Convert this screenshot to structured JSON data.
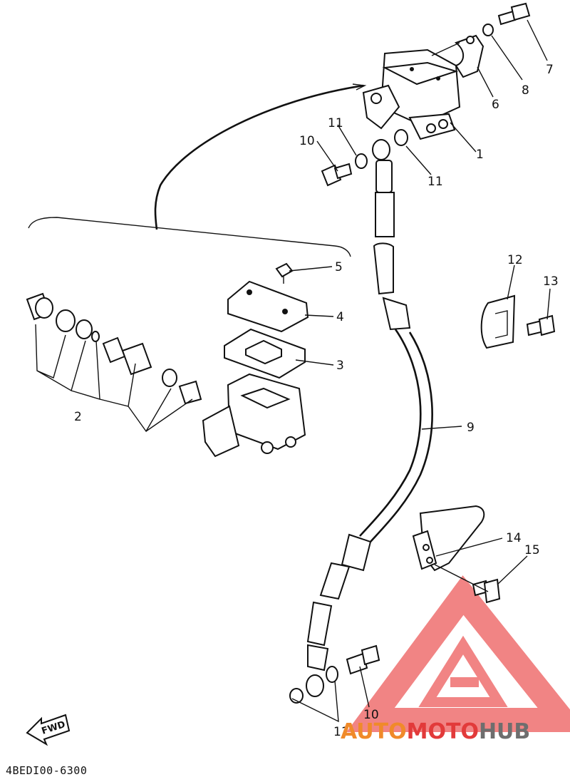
{
  "callouts": {
    "p1": "1",
    "p2": "2",
    "p3": "3",
    "p4": "4",
    "p5": "5",
    "p6": "6",
    "p7": "7",
    "p8": "8",
    "p9": "9",
    "p10a": "10",
    "p10b": "10",
    "p11a": "11",
    "p11b": "11",
    "p11c": "11",
    "p12": "12",
    "p13": "13",
    "p14": "14",
    "p15": "15"
  },
  "direction_label": "FWD",
  "drawing_code": "4BEDI00-6300",
  "watermark": {
    "auto": "AUTO",
    "moto": "MOTO",
    "hub": "HUB",
    "colors": {
      "red": "#e23a3a",
      "orange": "#f08a2a",
      "gray": "#6e6e6e"
    }
  }
}
